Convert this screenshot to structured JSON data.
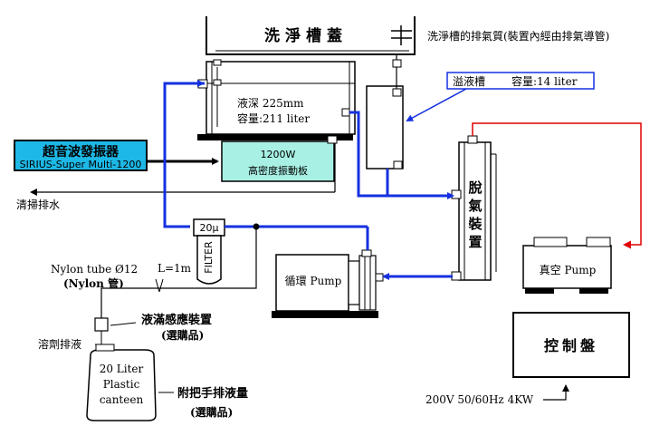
{
  "lid": {
    "label": "洗淨槽蓋",
    "exhaust_note": "洗淨槽的排氣質(裝置內經由排氣導管)"
  },
  "tank": {
    "depth": "液深 225mm",
    "capacity": "容量:211 liter"
  },
  "overflow": {
    "label": "溢液槽",
    "capacity": "容量:14 liter"
  },
  "generator": {
    "title": "超音波發振器",
    "model": "SIRIUS-Super Multi-1200"
  },
  "vibrator": {
    "power": "1200W",
    "label": "高密度振動板"
  },
  "drain": {
    "label": "清掃排水"
  },
  "filter": {
    "rating": "20μ",
    "label": "FILTER"
  },
  "degasser": {
    "label": "脫氣裝置"
  },
  "vacuum_pump": {
    "label": "真空 Pump"
  },
  "circulation_pump": {
    "label": "循環 Pump"
  },
  "tube": {
    "spec": "Nylon tube Ø12",
    "length": "L=1m",
    "material": "(Nylon 管)"
  },
  "sensor": {
    "label": "液滿感應裝置",
    "optional": "(選購品)"
  },
  "solvent_drain": {
    "label": "溶劑排液"
  },
  "canteen": {
    "line1": "20 Liter",
    "line2": "Plastic",
    "line3": "canteen"
  },
  "handle_note": {
    "label": "附把手排液量",
    "optional": "(選購品)"
  },
  "control_panel": {
    "label": "控制盤"
  },
  "power_spec": {
    "label": "200V 50/60Hz 4KW"
  },
  "colors": {
    "flow": "#1530e0",
    "vacuum_line": "#e00000",
    "generator_fill": "#1db8e6",
    "vibrator_fill": "#a8f0e4",
    "frame": "#000000"
  }
}
